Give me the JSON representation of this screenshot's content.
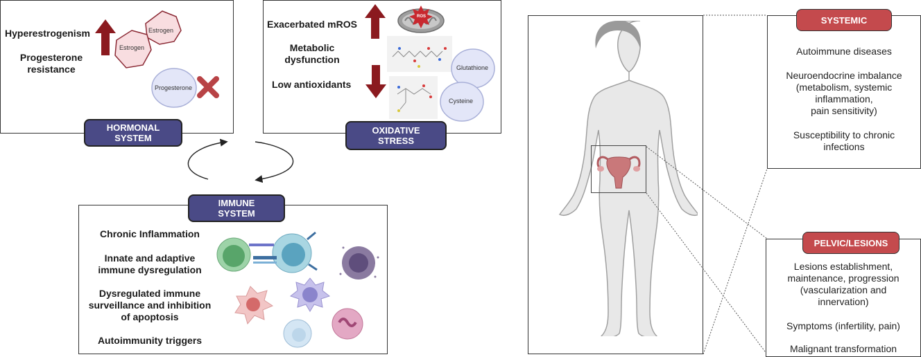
{
  "hormonal": {
    "hyperestrogenism": "Hyperestrogenism",
    "progesterone_resistance_1": "Progesterone",
    "progesterone_resistance_2": "resistance",
    "estrogen_1": "Estrogen",
    "estrogen_2": "Estrogen",
    "progesterone": "Progesterone",
    "label_1": "HORMONAL",
    "label_2": "SYSTEM"
  },
  "oxidative": {
    "mros": "Exacerbated mROS",
    "metabolic_1": "Metabolic",
    "metabolic_2": "dysfunction",
    "antioxidants": "Low antioxidants",
    "ros": "ROS",
    "glutathione": "Glutathione",
    "cysteine": "Cysteine",
    "label_1": "OXIDATIVE",
    "label_2": "STRESS"
  },
  "immune": {
    "label_1": "IMMUNE",
    "label_2": "SYSTEM",
    "item_1": "Chronic Inflammation",
    "item_2a": "Innate and adaptive",
    "item_2b": "immune dysregulation",
    "item_3a": "Dysregulated immune",
    "item_3b": "surveillance and inhibition",
    "item_3c": "of apoptosis",
    "item_4": "Autoimmunity triggers"
  },
  "systemic": {
    "label": "SYSTEMIC",
    "item_1": "Autoimmune diseases",
    "item_2a": "Neuroendocrine imbalance",
    "item_2b": "(metabolism, systemic",
    "item_2c": "inflammation,",
    "item_2d": "pain sensitivity)",
    "item_3a": "Susceptibility to chronic",
    "item_3b": "infections"
  },
  "pelvic": {
    "label": "PELVIC/LESIONS",
    "item_1a": "Lesions establishment,",
    "item_1b": "maintenance, progression",
    "item_1c": "(vascularization and",
    "item_1d": "innervation)",
    "item_2": "Symptoms (infertility, pain)",
    "item_3": "Malignant transformation"
  },
  "colors": {
    "navy": "#4a4a86",
    "red_label": "#c44a4d",
    "arrow_red": "#8b1a1f"
  },
  "icons": [
    "up-arrow-icon",
    "down-arrow-icon",
    "cross-icon",
    "mitochondria-icon",
    "molecule-icon",
    "cell-icon",
    "human-body-icon",
    "uterus-icon",
    "cycle-arrows-icon"
  ]
}
